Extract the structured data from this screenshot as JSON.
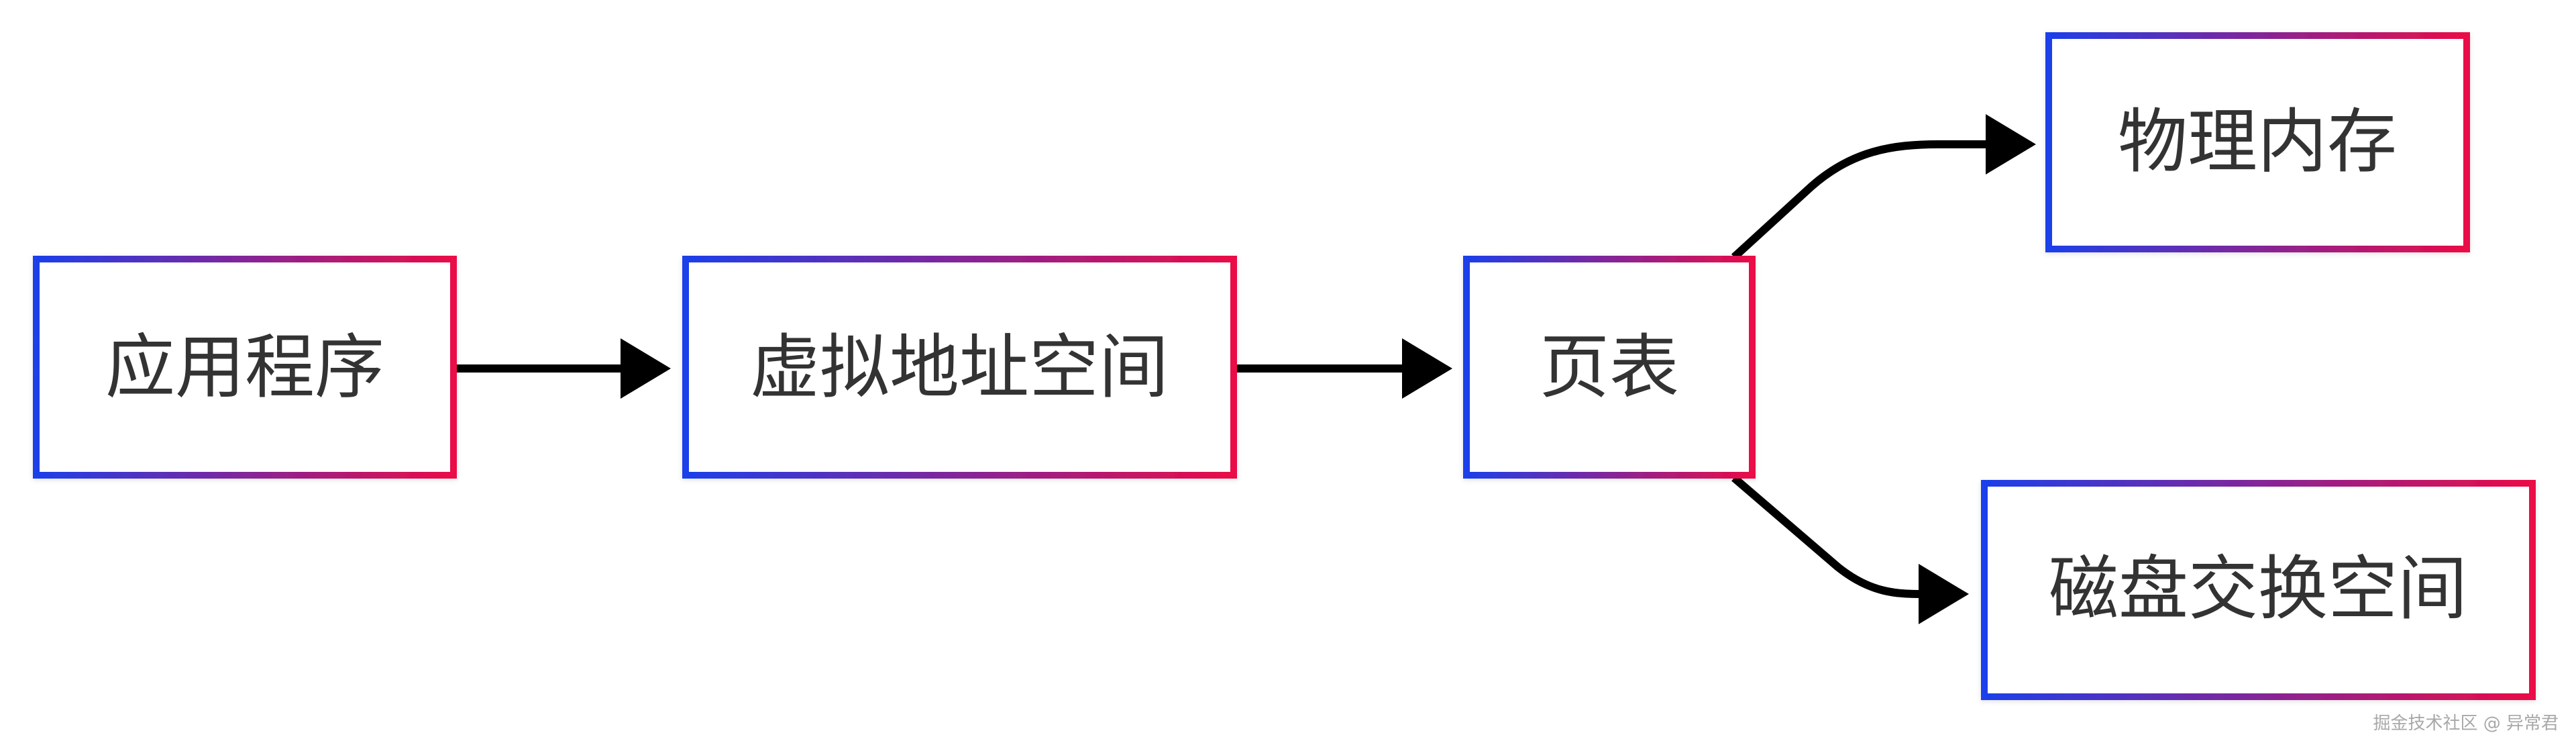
{
  "nodes": {
    "app": "应用程序",
    "virtual": "虚拟地址空间",
    "pagetable": "页表",
    "physical": "物理内存",
    "swap": "磁盘交换空间"
  },
  "colors": {
    "gradient_start": "#1c3fea",
    "gradient_end": "#ea0c47",
    "arrow": "#000000",
    "text": "#333333"
  },
  "watermark": "掘金技术社区 @ 异常君"
}
